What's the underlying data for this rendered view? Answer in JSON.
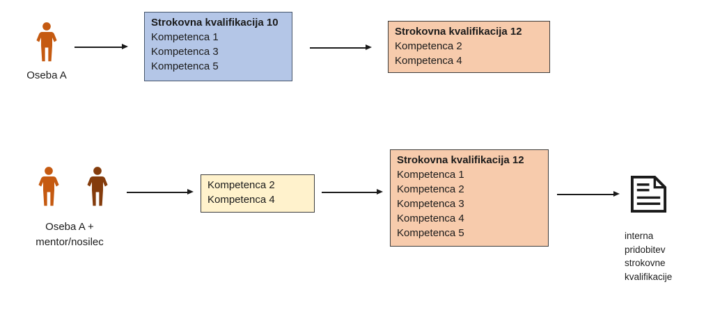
{
  "colors": {
    "person_orange": "#C55A11",
    "person_brown": "#843C0C",
    "blue_box_fill": "#B4C6E7",
    "peach_box_fill": "#F7CBAC",
    "yellow_box_fill": "#FFF2CC",
    "arrow_color": "#1A1A1A"
  },
  "top_row": {
    "actor_label": "Oseba A",
    "qualification_box": {
      "title": "Strokovna kvalifikacija 10",
      "items": [
        "Kompetenca 1",
        "Kompetenca 3",
        "Kompetenca 5"
      ]
    },
    "partial_result_box": {
      "title": "Strokovna kvalifikacija 12",
      "items": [
        "Kompetenca 2",
        "Kompetenca 4"
      ]
    }
  },
  "bottom_row": {
    "actor_label": [
      "Oseba A +",
      "mentor/nosilec"
    ],
    "missing_competences_box": {
      "items": [
        "Kompetenca 2",
        "Kompetenca 4"
      ]
    },
    "full_result_box": {
      "title": "Strokovna kvalifikacija 12",
      "items": [
        "Kompetenca 1",
        "Kompetenca 2",
        "Kompetenca 3",
        "Kompetenca 4",
        "Kompetenca 5"
      ]
    },
    "outcome_caption": [
      "interna",
      "pridobitev",
      "strokovne",
      "kvalifikacije"
    ]
  }
}
